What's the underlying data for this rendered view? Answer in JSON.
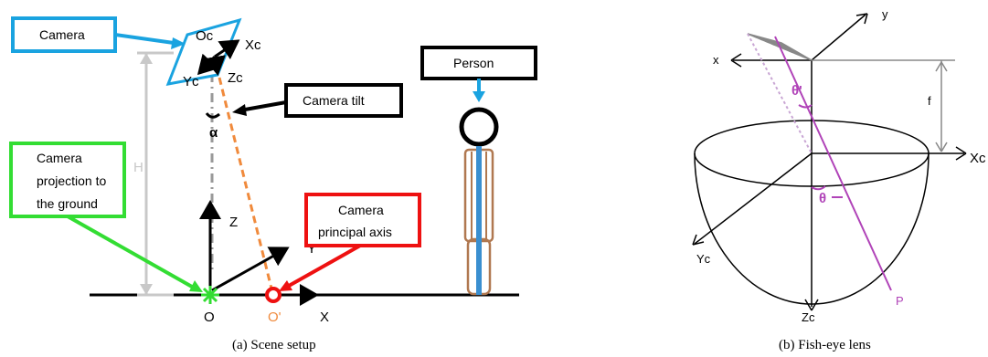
{
  "panel_a": {
    "caption": "(a) Scene setup",
    "labels": {
      "camera": "Camera",
      "camera_tilt": "Camera tilt",
      "person": "Person",
      "projection_line1": "Camera",
      "projection_line2": "projection to",
      "projection_line3": "the ground",
      "principal_line1": "Camera",
      "principal_line2": "principal axis",
      "oc": "Oc",
      "xc": "Xc",
      "yc": "Yc",
      "zc": "Zc",
      "h": "H",
      "z": "Z",
      "alpha": "α",
      "y": "Y",
      "x": "X",
      "o": "O",
      "o_prime": "O'"
    },
    "colors": {
      "camera_box": "#1aa3e0",
      "projection_box": "#33dd33",
      "principal_box": "#ee1111",
      "person_box": "#000000",
      "principal_axis": "#f08a3c",
      "person_body": "#b07850",
      "person_axis": "#3a8fd0"
    }
  },
  "panel_b": {
    "caption": "(b) Fish-eye lens",
    "labels": {
      "x": "x",
      "y": "y",
      "f": "f",
      "xc": "Xc",
      "yc": "Yc",
      "zc": "Zc",
      "theta_prime": "θ'",
      "theta": "θ",
      "p": "P"
    },
    "colors": {
      "ray": "#b043b8",
      "distance": "#888888"
    }
  }
}
